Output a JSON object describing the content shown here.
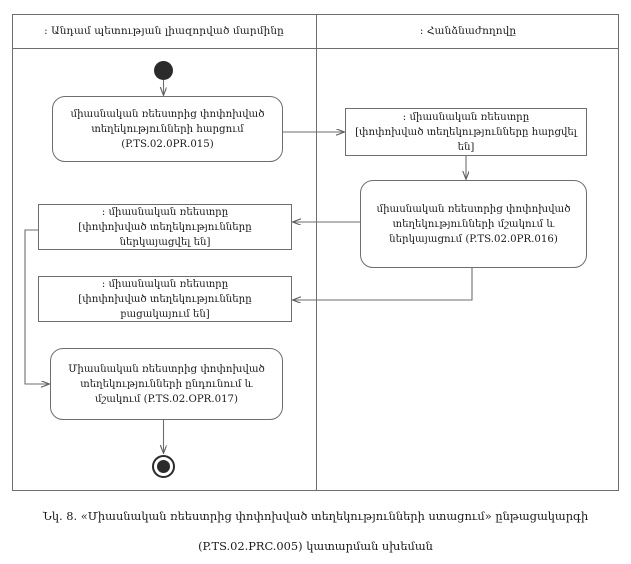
{
  "diagram": {
    "type": "uml-activity-diagram",
    "lanes": [
      {
        "name": "member-state-authority",
        "title": ": Անդամ պետության լիազորված մարմինը"
      },
      {
        "name": "commission",
        "title": ": Հանձնաժողովը"
      }
    ],
    "nodes": {
      "initial": {
        "kind": "initial-node",
        "lane": "member-state-authority"
      },
      "request_action": {
        "kind": "action",
        "lane": "member-state-authority",
        "text": "միասնական ռեեստրից փոփոխված\nտեղեկությունների հարցում\n(P.TS.02.0PR.015)"
      },
      "registry_requested": {
        "kind": "object",
        "lane": "commission",
        "text": ": միասնական ռեեստրը\n[փոփոխված տեղեկությունները հարցվել են]"
      },
      "process_action": {
        "kind": "action",
        "lane": "commission",
        "text": "միասնական ռեեստրից փոփոխված\nտեղեկությունների մշակում և\nներկայացում (P.TS.02.0PR.016)"
      },
      "registry_provided": {
        "kind": "object",
        "lane": "member-state-authority",
        "text": ": միասնական ռեեստրը\n[փոփոխված տեղեկությունները ներկայացվել են]"
      },
      "registry_absent": {
        "kind": "object",
        "lane": "member-state-authority",
        "text": ": միասնական ռեեստրը\n[փոփոխված տեղեկությունները բացակայում են]"
      },
      "receive_action": {
        "kind": "action",
        "lane": "member-state-authority",
        "text": "Միասնական ռեեստրից փոփոխված\nտեղեկությունների ընդունում և\nմշակում (P.TS.02.OPR.017)"
      },
      "final": {
        "kind": "final-node",
        "lane": "member-state-authority"
      }
    },
    "edges": [
      {
        "from": "initial",
        "to": "request_action"
      },
      {
        "from": "request_action",
        "to": "registry_requested"
      },
      {
        "from": "registry_requested",
        "to": "process_action"
      },
      {
        "from": "process_action",
        "to": "registry_provided"
      },
      {
        "from": "process_action",
        "to": "registry_absent"
      },
      {
        "from": "registry_provided",
        "to": "receive_action"
      },
      {
        "from": "receive_action",
        "to": "final"
      }
    ],
    "colors": {
      "stroke": "#6e6e6e",
      "node_fill": "#ffffff",
      "text": "#1a1a1a",
      "marker": "#2b2b2b",
      "background": "#ffffff"
    }
  },
  "caption": {
    "line1": "Նկ. 8. «Միասնական ռեեստրից փոփոխված տեղեկությունների ստացում» ընթացակարգի",
    "line2": "(P.TS.02.PRC.005) կատարման սխեման"
  }
}
